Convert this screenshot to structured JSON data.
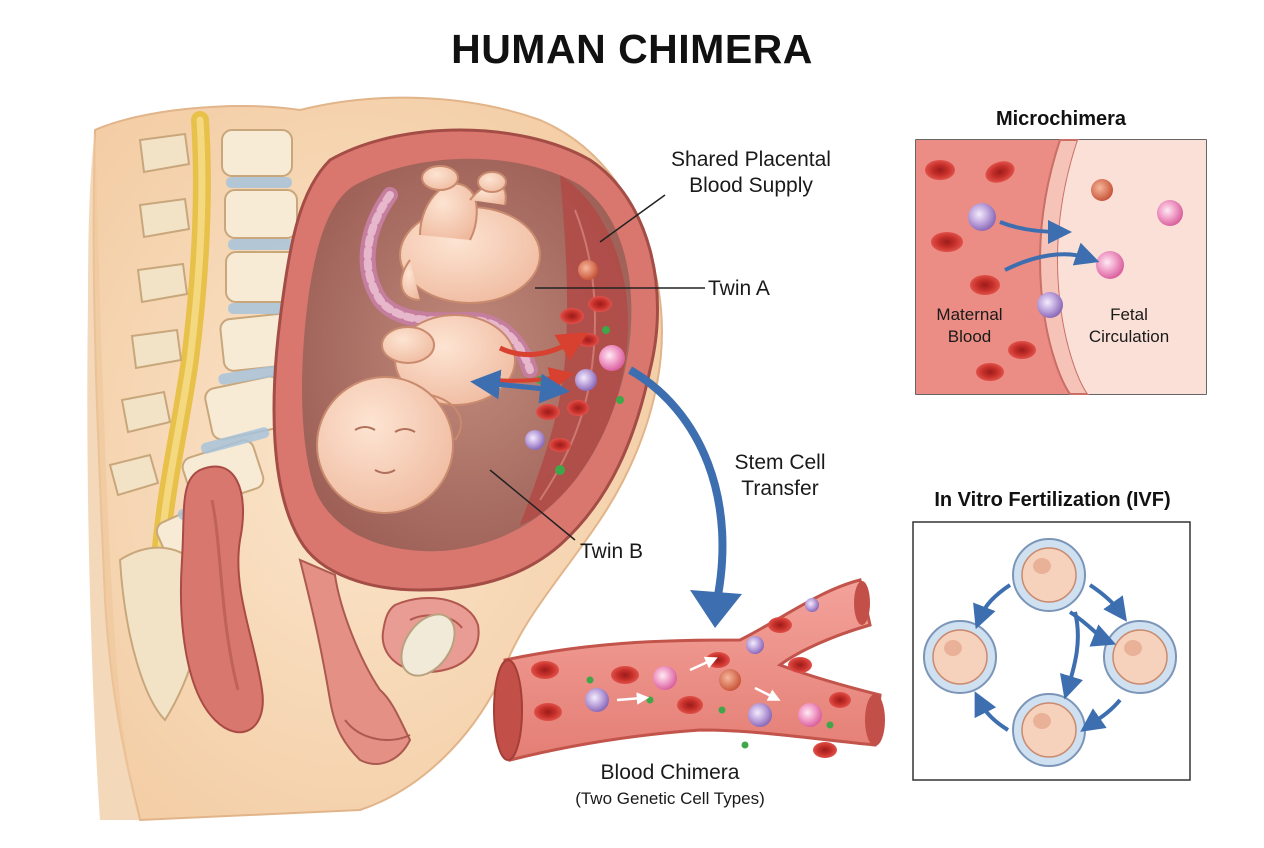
{
  "title": "HUMAN CHIMERA",
  "labels": {
    "placenta_line1": "Shared Placental",
    "placenta_line2": "Blood Supply",
    "twin_a": "Twin A",
    "twin_b": "Twin B",
    "stem_line1": "Stem Cell",
    "stem_line2": "Transfer",
    "blood_chimera": "Blood Chimera",
    "blood_chimera_sub": "(Two Genetic Cell Types)"
  },
  "microchimera": {
    "title": "Microchimera",
    "maternal_line1": "Maternal",
    "maternal_line2": "Blood",
    "fetal_line1": "Fetal",
    "fetal_line2": "Circulation"
  },
  "ivf": {
    "title": "In Vitro Fertilization (IVF)"
  },
  "colors": {
    "skin": "#f6d9b8",
    "uterus": "#d9776f",
    "blood": "#c9302c",
    "arrow_blue": "#3d6fb0",
    "arrow_red": "#d8402f",
    "cell_purple": "#9a7cc4",
    "cell_pink": "#e87fb4"
  }
}
